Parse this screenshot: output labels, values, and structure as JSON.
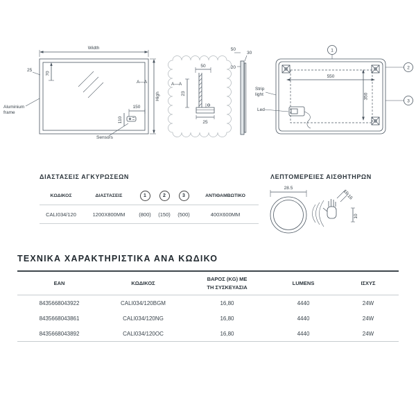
{
  "drawings": {
    "front": {
      "width": "Width",
      "high": "High",
      "dim_25": "25",
      "dim_70": "70",
      "section": "A—A",
      "dim_150": "150",
      "dim_110": "110",
      "sensors": "Sensors",
      "frame_line1": "Aluminium",
      "frame_line2": "frame"
    },
    "detail": {
      "dim_50": "50",
      "dim_23": "23",
      "dim_25": "25",
      "section": "A—A"
    },
    "side": {
      "dim_50": "50",
      "dim_30": "30",
      "dim_20": "20"
    },
    "back": {
      "callout_1": "1",
      "callout_2": "2",
      "callout_3": "3",
      "dim_550": "550",
      "dim_350": "350",
      "strip_line1": "Strip",
      "strip_line2": "light",
      "led": "Led"
    }
  },
  "anchoring": {
    "title": "ΔΙΑΣΤΑΣΕΙΣ ΑΓΚΥΡΩΣΕΩΝ",
    "headers": {
      "code": "ΚΩΔΙΚΟΣ",
      "dimensions": "ΔΙΑΣΤΑΣΕΙΣ",
      "c1": "1",
      "c2": "2",
      "c3": "3",
      "antifog": "ΑΝΤΙΘΑΜΒΩΤΙΚΟ"
    },
    "row": {
      "code": "CALI034/120",
      "dimensions": "1200X800MM",
      "v1": "(800)",
      "v2": "(150)",
      "v3": "(500)",
      "antifog": "400X600MM"
    }
  },
  "sensor_detail": {
    "title": "ΛΕΠΤΟΜΕΡΕΙΕΣ ΑΙΣΘΗΤΗΡΩΝ",
    "dim_diameter": "28.5",
    "dim_10": "10",
    "dim_diag1": "16",
    "dim_diag2": "16"
  },
  "tech": {
    "title": "ΤΕΧΝΙΚΑ ΧΑΡΑΚΤΗΡΙΣΤΙΚΑ ΑΝΑ ΚΩΔΙΚΟ",
    "headers": [
      "EAN",
      "ΚΩΔΙΚΟΣ",
      "ΒΑΡΟΣ (KG) ΜΕ\nΤΗ ΣΥΣΚΕΥΑΣΙΑ",
      "LUMENS",
      "ΙΣΧΥΣ"
    ],
    "rows": [
      [
        "8435668043922",
        "CALI034/120BGM",
        "16,80",
        "4440",
        "24W"
      ],
      [
        "8435668043861",
        "CALI034/120NG",
        "16,80",
        "4440",
        "24W"
      ],
      [
        "8435668043892",
        "CALI034/120OC",
        "16,80",
        "4440",
        "24W"
      ]
    ]
  }
}
